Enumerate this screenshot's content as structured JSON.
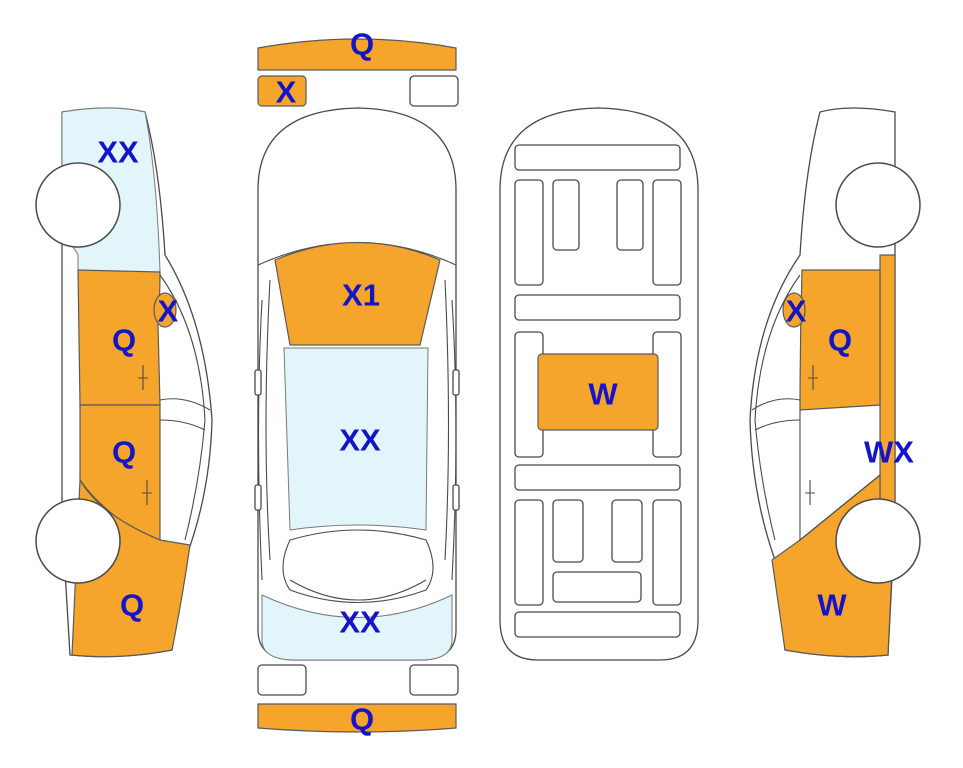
{
  "colors": {
    "damage_orange": "#F5A52C",
    "damage_blue": "#E1F5FA",
    "label": "#1414C8",
    "outline": "#4A4A4A"
  },
  "views": {
    "left_side": {
      "labels": {
        "front_fender": "XX",
        "mirror": "X",
        "front_door": "Q",
        "rear_door": "Q",
        "rear_quarter": "Q"
      }
    },
    "top": {
      "labels": {
        "front_bumper": "Q",
        "front_left_lamp": "X",
        "windshield": "X1",
        "roof": "XX",
        "rear_window": "XX",
        "rear_bumper": "Q"
      }
    },
    "floor": {
      "labels": {
        "floor_center": "W"
      }
    },
    "right_side": {
      "labels": {
        "mirror": "X",
        "front_door": "Q",
        "pillar": "WX",
        "rear_quarter": "W"
      }
    }
  }
}
